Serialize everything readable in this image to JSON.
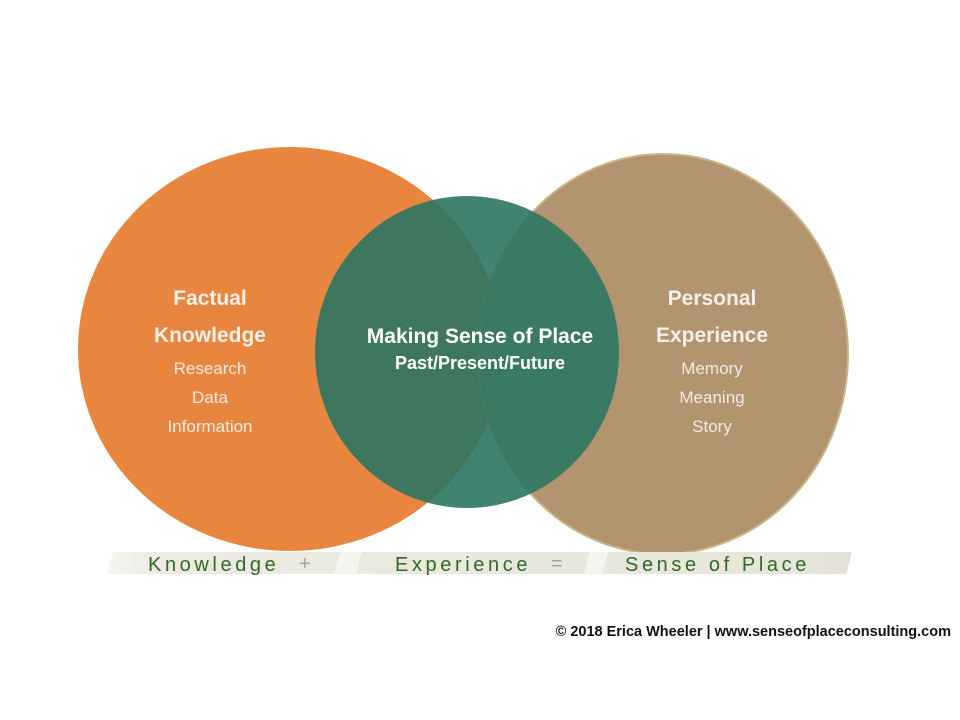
{
  "left_circle": {
    "title_line1": "Factual",
    "title_line2": "Knowledge",
    "items": [
      "Research",
      "Data",
      "Information"
    ],
    "color": "#e8863f"
  },
  "right_circle": {
    "title_line1": "Personal",
    "title_line2": "Experience",
    "items": [
      "Memory",
      "Meaning",
      "Story"
    ],
    "color": "#b0916a"
  },
  "center_circle": {
    "title": "Making Sense of Place",
    "subtitle": "Past/Present/Future",
    "color": "#2c7562"
  },
  "equation": {
    "term1": "Knowledge",
    "op1": "+",
    "term2": "Experience",
    "op2": "=",
    "result": "Sense of Place",
    "text_color": "#2f6a2a",
    "band_color": "#ecebe1"
  },
  "copyright": "© 2018 Erica Wheeler | www.senseofplaceconsulting.com"
}
